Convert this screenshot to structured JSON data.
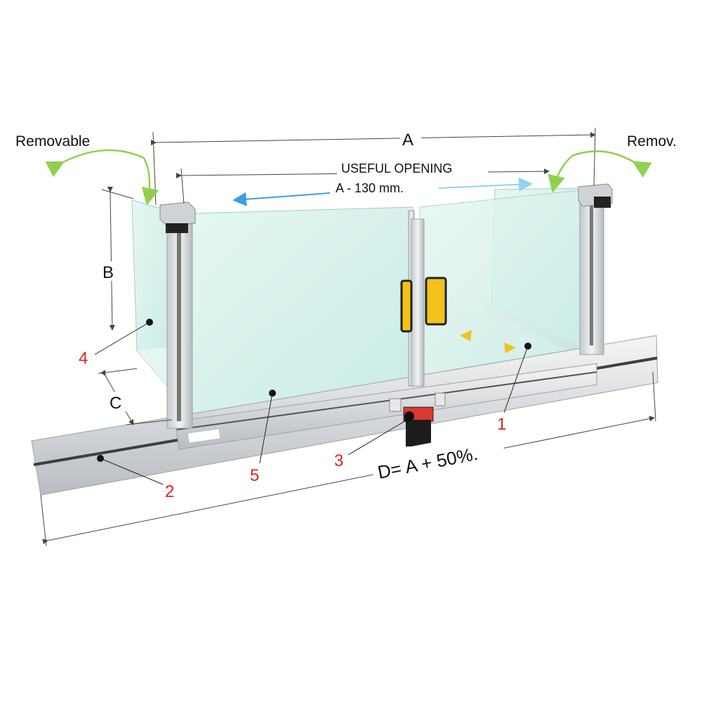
{
  "labels": {
    "removable_left": "Removable",
    "removable_right": "Remov.",
    "dim_a": "A",
    "useful_opening": "USEFUL  OPENING",
    "useful_opening_value": "A - 130 mm.",
    "dim_b": "B",
    "dim_c": "C",
    "dim_d": "D= A + 50%."
  },
  "callouts": [
    {
      "number": "1"
    },
    {
      "number": "2"
    },
    {
      "number": "3"
    },
    {
      "number": "4"
    },
    {
      "number": "5"
    }
  ],
  "colors": {
    "callout_red": "#e0231c",
    "arrow_green": "#8fd14f",
    "arrow_blue": "#3aa0e0",
    "glass": "#d6f1ec",
    "aluminium": "#d9dcdf",
    "handle_yellow": "#f2c21a",
    "switch_red": "#d93a2b"
  }
}
